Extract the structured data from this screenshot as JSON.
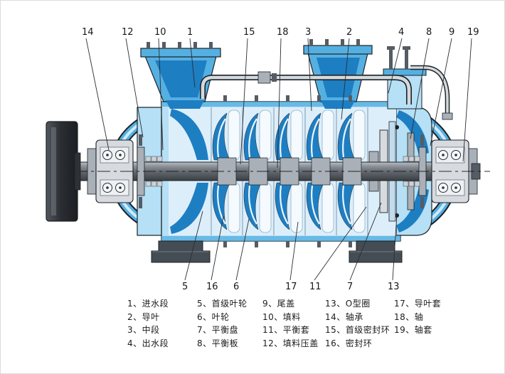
{
  "colors": {
    "outline": "#1c2126",
    "casing_light": "#b5e0f6",
    "casing_mid": "#55b0e2",
    "cavity_blue": "#1e7ec2",
    "interior": "#ddeefb",
    "metal_light": "#d7dbdf",
    "metal_mid": "#a9b0b7",
    "metal_dark": "#555c63",
    "text": "#1c1c1c",
    "leader_line": "#2a2e33"
  },
  "callouts_top": [
    {
      "label": "14",
      "text": [
        114,
        48
      ],
      "line": [
        120,
        53,
        152,
        210
      ]
    },
    {
      "label": "12",
      "text": [
        170,
        48
      ],
      "line": [
        176,
        53,
        200,
        192
      ]
    },
    {
      "label": "10",
      "text": [
        216,
        48
      ],
      "line": [
        222,
        53,
        228,
        210
      ]
    },
    {
      "label": "1",
      "text": [
        262,
        48
      ],
      "line": [
        266,
        53,
        273,
        122
      ]
    },
    {
      "label": "15",
      "text": [
        341,
        48
      ],
      "line": [
        347,
        53,
        337,
        230
      ]
    },
    {
      "label": "18",
      "text": [
        388,
        48
      ],
      "line": [
        394,
        53,
        389,
        235
      ]
    },
    {
      "label": "3",
      "text": [
        428,
        48
      ],
      "line": [
        432,
        53,
        437,
        155
      ]
    },
    {
      "label": "2",
      "text": [
        486,
        48
      ],
      "line": [
        490,
        53,
        479,
        167
      ]
    },
    {
      "label": "4",
      "text": [
        559,
        48
      ],
      "line": [
        564,
        53,
        545,
        130
      ]
    },
    {
      "label": "8",
      "text": [
        598,
        48
      ],
      "line": [
        602,
        53,
        576,
        194
      ]
    },
    {
      "label": "9",
      "text": [
        630,
        48
      ],
      "line": [
        634,
        53,
        604,
        204
      ]
    },
    {
      "label": "19",
      "text": [
        656,
        48
      ],
      "line": [
        662,
        53,
        650,
        226
      ]
    }
  ],
  "callouts_bottom": [
    {
      "label": "5",
      "text": [
        255,
        406
      ],
      "line": [
        259,
        393,
        284,
        296
      ]
    },
    {
      "label": "16",
      "text": [
        289,
        406
      ],
      "line": [
        296,
        393,
        313,
        303
      ]
    },
    {
      "label": "6",
      "text": [
        327,
        406
      ],
      "line": [
        331,
        393,
        349,
        307
      ]
    },
    {
      "label": "17",
      "text": [
        400,
        406
      ],
      "line": [
        407,
        393,
        418,
        311
      ]
    },
    {
      "label": "11",
      "text": [
        434,
        406
      ],
      "line": [
        441,
        393,
        514,
        290
      ]
    },
    {
      "label": "7",
      "text": [
        487,
        406
      ],
      "line": [
        491,
        393,
        535,
        284
      ]
    },
    {
      "label": "13",
      "text": [
        544,
        406
      ],
      "line": [
        551,
        393,
        557,
        300
      ]
    }
  ],
  "legend": {
    "columns": [
      [
        "1、进水段",
        "2、导叶",
        "3、中段",
        "4、出水段"
      ],
      [
        "5、首级叶轮",
        "6、叶轮",
        "7、平衡盘",
        "8、平衡板"
      ],
      [
        "9、尾盖",
        "10、填料",
        "11、平衡套",
        "12、填料压盖"
      ],
      [
        "13、O型圈",
        "14、轴承",
        "15、首级密封环",
        "16、密封环"
      ],
      [
        "17、导叶套",
        "18、轴",
        "19、轴套"
      ]
    ]
  }
}
